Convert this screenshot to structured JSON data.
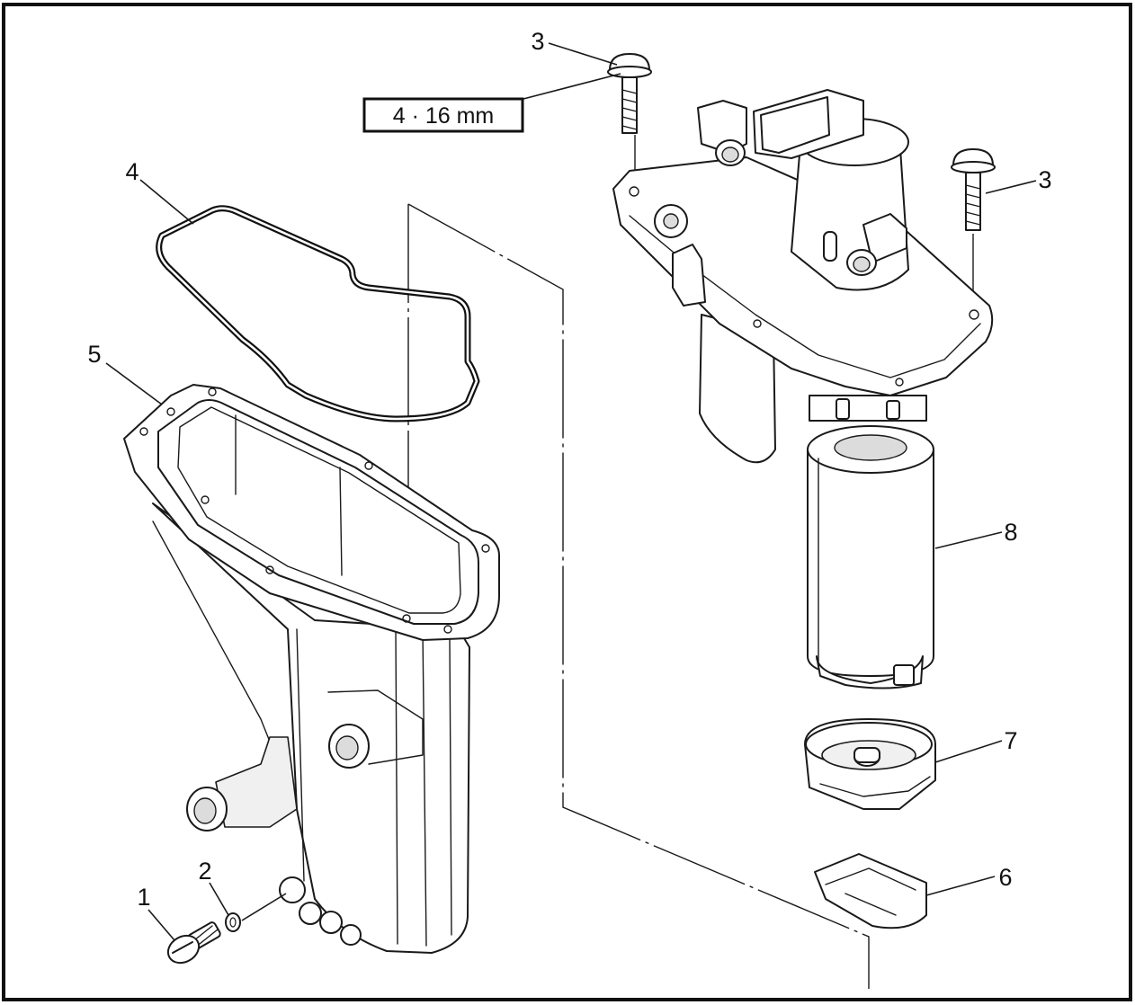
{
  "figure": {
    "border_color": "#111111",
    "callouts": [
      {
        "id": "3a",
        "text": "3"
      },
      {
        "id": "3b",
        "text": "3"
      },
      {
        "id": "4",
        "text": "4"
      },
      {
        "id": "5",
        "text": "5"
      },
      {
        "id": "8",
        "text": "8"
      },
      {
        "id": "7",
        "text": "7"
      },
      {
        "id": "6",
        "text": "6"
      },
      {
        "id": "2",
        "text": "2"
      },
      {
        "id": "1",
        "text": "1"
      }
    ],
    "spec_box": {
      "text": "4 ·  16 mm"
    }
  }
}
